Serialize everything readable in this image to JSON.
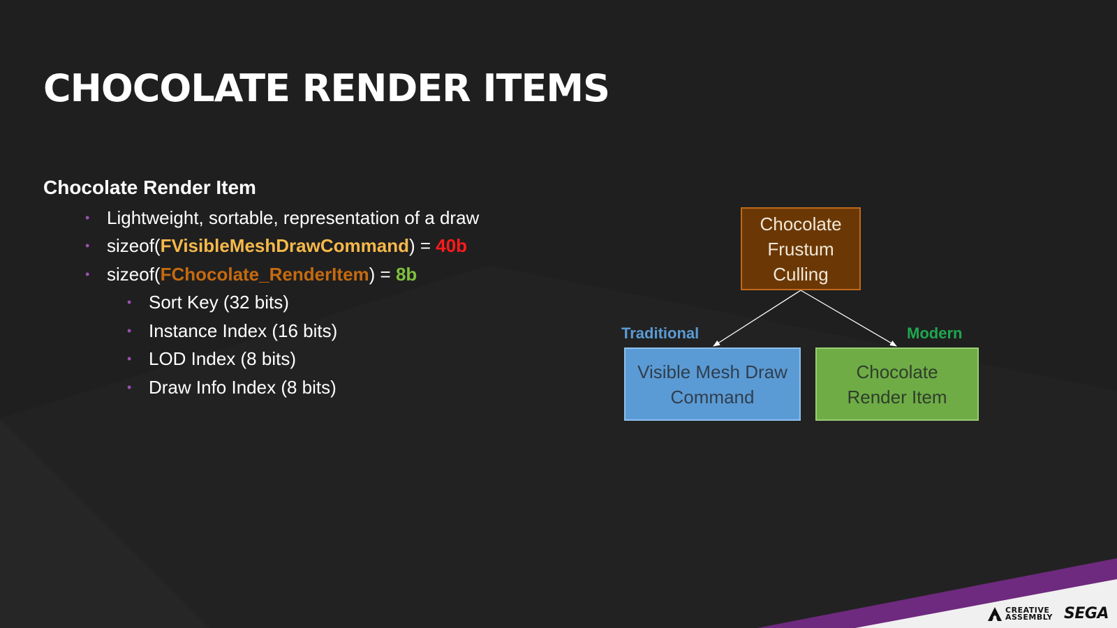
{
  "slide": {
    "title": "CHOCOLATE RENDER ITEMS"
  },
  "content": {
    "heading": "Chocolate Render Item",
    "bullets": {
      "b1": "Lightweight, sortable, representation of a draw",
      "b2": {
        "prefix": "sizeof(",
        "type": "FVisibleMeshDrawCommand",
        "suffix": ") = ",
        "size": "40b"
      },
      "b3": {
        "prefix": "sizeof(",
        "type": "FChocolate_RenderItem",
        "suffix": ") = ",
        "size": "8b"
      },
      "sub": [
        "Sort Key (32 bits)",
        "Instance Index (16 bits)",
        "LOD Index (8 bits)",
        "Draw Info Index (8 bits)"
      ]
    }
  },
  "diagram": {
    "root": {
      "line1": "Chocolate",
      "line2": "Frustum",
      "line3": "Culling"
    },
    "left": {
      "label": "Traditional",
      "line1": "Visible Mesh Draw",
      "line2": "Command"
    },
    "right": {
      "label": "Modern",
      "line1": "Chocolate",
      "line2": "Render Item"
    }
  },
  "logos": {
    "creative_assembly_line1": "CREATIVE",
    "creative_assembly_line2": "ASSEMBLY",
    "sega": "SEGA"
  },
  "colors": {
    "background": "#1f1f1f",
    "bullet": "#9b4fb0",
    "highlight_orange": "#f6b94a",
    "highlight_red": "#ff1b1b",
    "highlight_brown": "#c56a10",
    "highlight_green": "#7fbf3f",
    "root_box": "#6b3805",
    "traditional_box": "#5b9bd5",
    "modern_box": "#6fac46",
    "traditional_label": "#5b9bd5",
    "modern_label": "#1fa750",
    "accent_purple": "#6e2a7e"
  }
}
